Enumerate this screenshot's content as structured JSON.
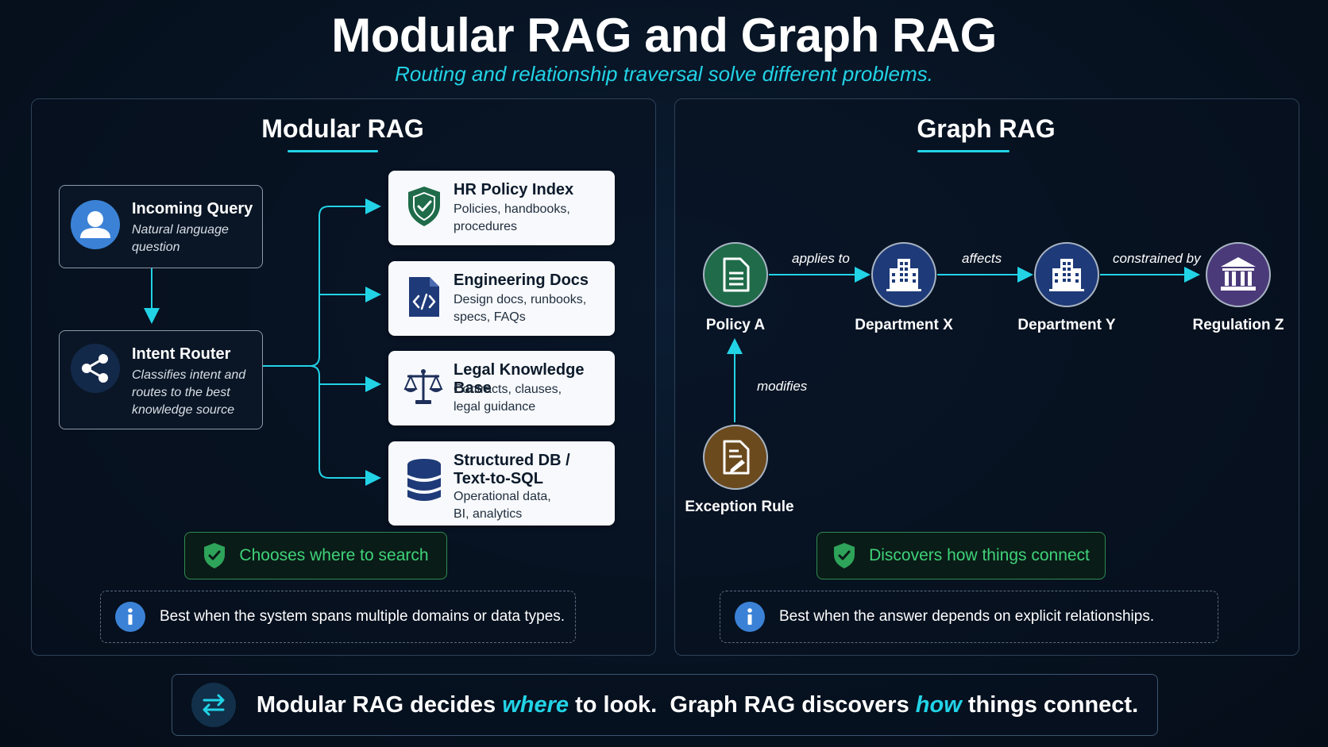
{
  "title": "Modular RAG and Graph RAG",
  "subtitle": "Routing and relationship traversal solve different problems.",
  "modular": {
    "heading": "Modular RAG",
    "query": {
      "title": "Incoming Query",
      "desc": "Natural language question"
    },
    "router": {
      "title": "Intent Router",
      "desc": "Classifies intent and routes to the best knowledge source"
    },
    "sources": [
      {
        "title": "HR Policy Index",
        "desc": "Policies, handbooks, procedures",
        "icon": "shield-check-icon"
      },
      {
        "title": "Engineering Docs",
        "desc": "Design docs, runbooks, specs, FAQs",
        "icon": "code-document-icon"
      },
      {
        "title": "Legal Knowledge Base",
        "desc": "Contracts, clauses, legal guidance",
        "icon": "scales-icon"
      },
      {
        "title": "Structured DB / Text-to-SQL",
        "desc": "Operational data, BI, analytics",
        "icon": "database-icon"
      }
    ],
    "badge": "Chooses where to search",
    "note": "Best when the system spans multiple domains or data types."
  },
  "graph": {
    "heading": "Graph RAG",
    "nodes": [
      {
        "label": "Policy A",
        "icon": "document-icon",
        "color": "#1f6b4a"
      },
      {
        "label": "Department X",
        "icon": "building-icon",
        "color": "#1e3a78"
      },
      {
        "label": "Department Y",
        "icon": "building-icon",
        "color": "#1e3a78"
      },
      {
        "label": "Regulation Z",
        "icon": "institution-icon",
        "color": "#4b3a7a"
      },
      {
        "label": "Exception Rule",
        "icon": "document-edit-icon",
        "color": "#6b4a1e"
      }
    ],
    "edges": [
      "applies to",
      "affects",
      "constrained by",
      "modifies"
    ],
    "badge": "Discovers how things connect",
    "note": "Best when the answer depends on explicit relationships."
  },
  "footer": {
    "part1": "Modular RAG decides",
    "em1": "where",
    "part2": "to look.  Graph RAG discovers",
    "em2": "how",
    "part3": "things connect."
  },
  "colors": {
    "accent": "#22d3e6",
    "success": "#3fd27a"
  }
}
